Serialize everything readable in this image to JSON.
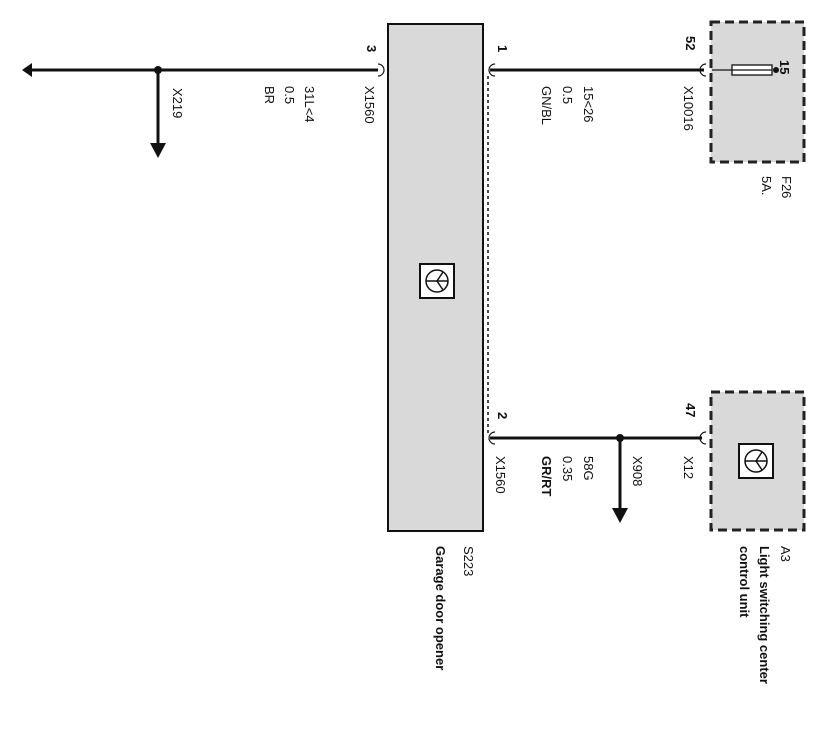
{
  "colors": {
    "ink": "#111111",
    "box_fill": "#d9d9d9",
    "background": "#ffffff"
  },
  "left_wire": {
    "pin": "3",
    "connector": "X1560",
    "circuit": "31L<4",
    "size": "0.5",
    "color_code": "BR",
    "splice": "X219"
  },
  "top_wire": {
    "pin": "1",
    "circuit": "15<26",
    "size": "0.5",
    "color_code": "GN/BL",
    "fuse_pin": "52",
    "fuse_connector": "X10016"
  },
  "fuse_box": {
    "terminal": "15",
    "id": "F26",
    "rating": "5A."
  },
  "bottom_wire": {
    "pin": "2",
    "connector": "X1560",
    "circuit": "58G",
    "size": "0.35",
    "color_code": "GR/RT",
    "splice": "X908",
    "dest_pin": "47",
    "dest_connector": "X12"
  },
  "garage_module": {
    "id": "S223",
    "name": "Garage door opener",
    "icon": "control-unit-symbol-icon"
  },
  "light_module": {
    "id": "A3",
    "name_line1": "Light switching center",
    "name_line2": "control unit",
    "icon": "control-unit-symbol-icon"
  }
}
